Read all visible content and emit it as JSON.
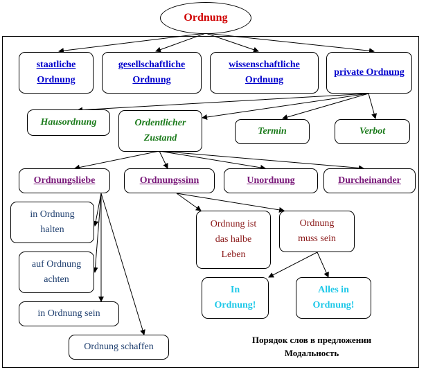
{
  "root": "Ordnung",
  "level1": [
    "staatliche Ordnung",
    "gesellschaftliche Ordnung",
    "wissenschaftliche Ordnung",
    "private Ordnung"
  ],
  "level2": [
    "Hausordnung",
    "Ordentlicher Zustand",
    "Termin",
    "Verbot"
  ],
  "level3": [
    "Ordnungsliebe",
    "Ordnungssinn",
    "Unordnung",
    "Durcheinander"
  ],
  "phrases": [
    "in Ordnung halten",
    "auf Ordnung achten",
    "in Ordnung sein",
    "Ordnung schaffen"
  ],
  "sinn": [
    "Ordnung ist das halbe Leben",
    "Ordnung muss sein"
  ],
  "exclaims": [
    "In Ordnung!",
    "Alles in Ordnung!"
  ],
  "caption": [
    "Порядок слов в предложении",
    "Модальность"
  ],
  "colors": {
    "root": "#d00000",
    "level1": "#0000cc",
    "level2": "#1a7a1a",
    "level3": "#7a1a7a",
    "phrases": "#1f3f6f",
    "sinn": "#8b1a1a",
    "exclaims": "#1ec8e8"
  }
}
